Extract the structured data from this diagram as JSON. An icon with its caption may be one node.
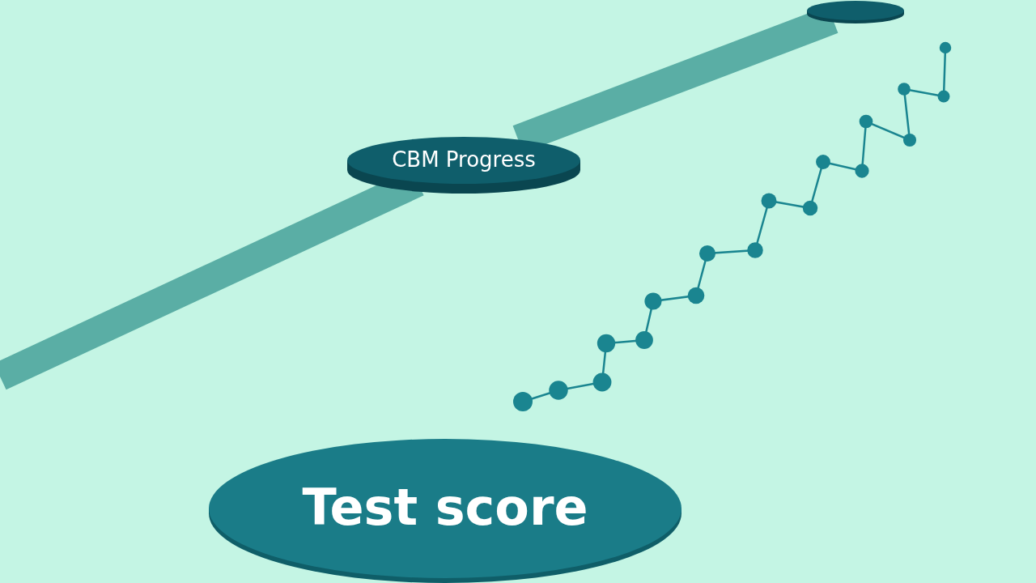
{
  "diagram": {
    "nodes": [
      {
        "text": [],
        "shape": "circle"
      },
      {
        "text": [
          "CBM Progress"
        ]
      },
      {
        "text": [
          "Test score"
        ]
      }
    ],
    "edges": [
      {
        "from": 0,
        "to": 1,
        "arrow": "none"
      },
      {
        "from": 1,
        "to": null,
        "arrow": "none"
      }
    ]
  }
}
